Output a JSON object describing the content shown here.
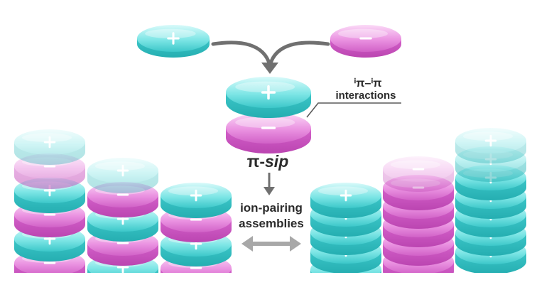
{
  "ions": {
    "cation_sign": "+",
    "anion_sign": "−"
  },
  "labels": {
    "interaction_line1": "ⁱπ–ⁱπ",
    "interaction_line2": "interactions",
    "pi_prefix": "π-",
    "pi_suffix": "sip",
    "assembly_line1": "ion-pairing",
    "assembly_line2": "assemblies"
  },
  "colors": {
    "cation_light": "#c6f4f4",
    "cation_mid": "#5fdcdc",
    "cation_dark": "#2bb8bb",
    "anion_light": "#f7c7f1",
    "anion_mid": "#e277d8",
    "anion_dark": "#c44bbb",
    "arrow": "#707070",
    "text": "#2b2b2b"
  },
  "icons": [
    "curved-arrow-left-icon",
    "curved-arrow-right-icon",
    "down-arrow-icon",
    "double-headed-arrow-icon"
  ]
}
